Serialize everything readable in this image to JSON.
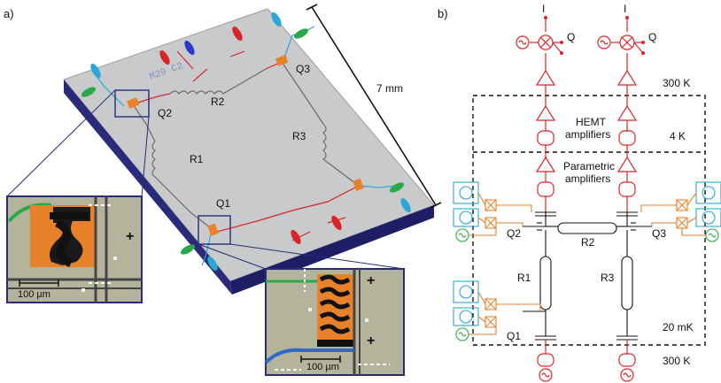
{
  "panel_a": {
    "label": "a)",
    "chip_size": "7 mm",
    "chip_marking": "M29 C2",
    "qubits": [
      "Q1",
      "Q2",
      "Q3"
    ],
    "resonators": [
      "R1",
      "R2",
      "R3"
    ],
    "inset_left_scale": "100 µm",
    "inset_right_scale": "100 µm"
  },
  "panel_b": {
    "label": "b)",
    "iq_labels": {
      "i": "I",
      "q": "Q"
    },
    "temp_300k_top": "300 K",
    "temp_4k": "4 K",
    "temp_20mk": "20 mK",
    "temp_300k_bottom": "300 K",
    "hemt_label_1": "HEMT",
    "hemt_label_2": "amplifiers",
    "param_label_1": "Parametric",
    "param_label_2": "amplifiers",
    "qubits": [
      "Q2",
      "Q3",
      "Q1"
    ],
    "resonators": [
      "R2",
      "R1",
      "R3"
    ]
  },
  "colors": {
    "chip_top": "#c9cacc",
    "chip_side": "#2a2a7a",
    "qubit_orange": "#e7822b",
    "readout_red": "#d9262a",
    "flux_cyan": "#2aa7d6",
    "drive_green": "#2aa84a"
  }
}
